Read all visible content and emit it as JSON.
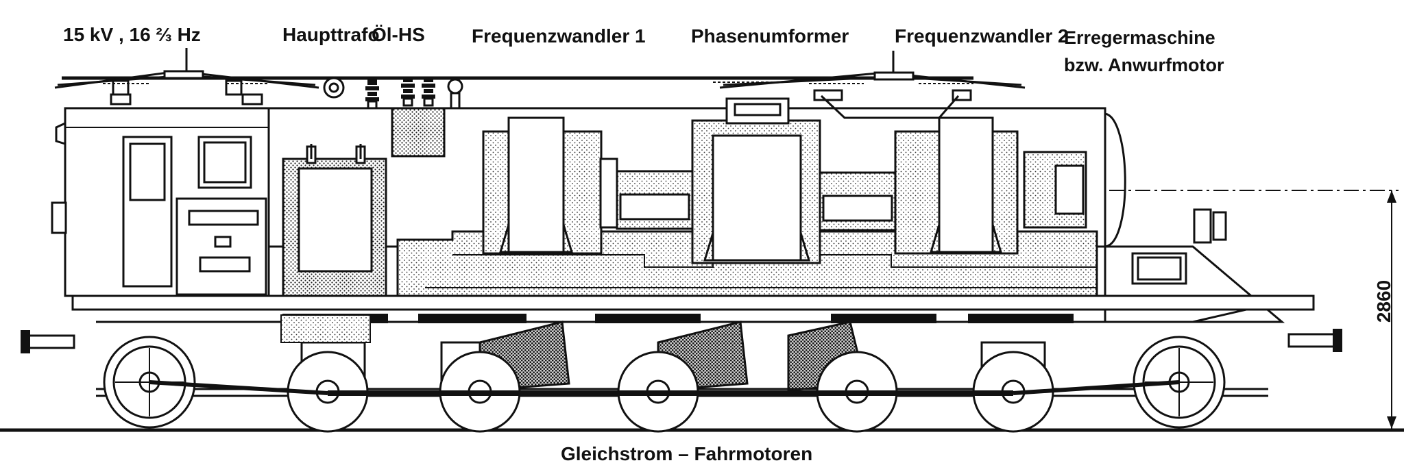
{
  "labels": {
    "voltage": "15 kV , 16 ⅔ Hz",
    "main_transformer": "Haupttrafo",
    "oil_switch": "Öl-HS",
    "freq_converter_1": "Frequenzwandler 1",
    "phase_converter": "Phasenumformer",
    "freq_converter_2": "Frequenzwandler 2",
    "exciter_line1": "Erregermaschine",
    "exciter_line2": "bzw. Anwurfmotor",
    "traction_motors": "Gleichstrom – Fahrmotoren",
    "height_dimension": "2860"
  },
  "colors": {
    "ink": "#111111",
    "paper": "#ffffff",
    "stipple": "#8a8a8a"
  }
}
